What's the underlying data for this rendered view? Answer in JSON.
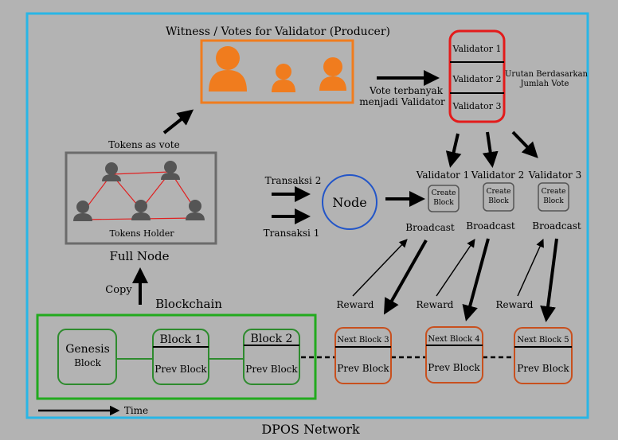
{
  "network_label": "DPOS Network",
  "witness_title": "Witness / Votes for Validator (Producer)",
  "validator_list": [
    "Validator 1",
    "Validator 2",
    "Validator 3"
  ],
  "sort_note": [
    "Urutan Berdasarkan",
    "Jumlah Vote"
  ],
  "vote_note": [
    "Vote terbanyak",
    "menjadi Validator"
  ],
  "tokens_as_vote": "Tokens as vote",
  "tokens_holder": "Tokens Holder",
  "full_node": "Full Node",
  "copy_label": "Copy",
  "blockchain_label": "Blockchain",
  "transactions": [
    "Transaksi 2",
    "Transaksi 1"
  ],
  "node_label": "Node",
  "validators": [
    {
      "name": "Validator 1",
      "action": [
        "Create",
        "Block"
      ],
      "broadcast": "Broadcast",
      "reward": "Reward"
    },
    {
      "name": "Validator 2",
      "action": [
        "Create",
        "Block"
      ],
      "broadcast": "Broadcast",
      "reward": "Reward"
    },
    {
      "name": "Validator 3",
      "action": [
        "Create",
        "Block"
      ],
      "broadcast": "Broadcast",
      "reward": "Reward"
    }
  ],
  "chain_blocks": [
    {
      "title": "Genesis",
      "sub": "Block"
    },
    {
      "title": "Block 1",
      "sub": "Prev Block"
    },
    {
      "title": "Block 2",
      "sub": "Prev Block"
    }
  ],
  "next_blocks": [
    {
      "title": "Next Block 3",
      "sub": "Prev Block"
    },
    {
      "title": "Next Block 4",
      "sub": "Prev Block"
    },
    {
      "title": "Next Block 5",
      "sub": "Prev Block"
    }
  ],
  "time_label": "Time",
  "colors": {
    "background": "#b3b3b3",
    "network_border": "#29b6e6",
    "witness_border": "#f07c1e",
    "person_orange": "#f07c1e",
    "validator_list_border": "#e31b1b",
    "full_node_border": "#6b6b6b",
    "node_circle": "#2255c8",
    "blockchain_border": "#22aa1e",
    "chain_block_border": "#2e8b2e",
    "next_block_border": "#c8501e",
    "link_red": "#e02020",
    "person_gray": "#555555"
  }
}
